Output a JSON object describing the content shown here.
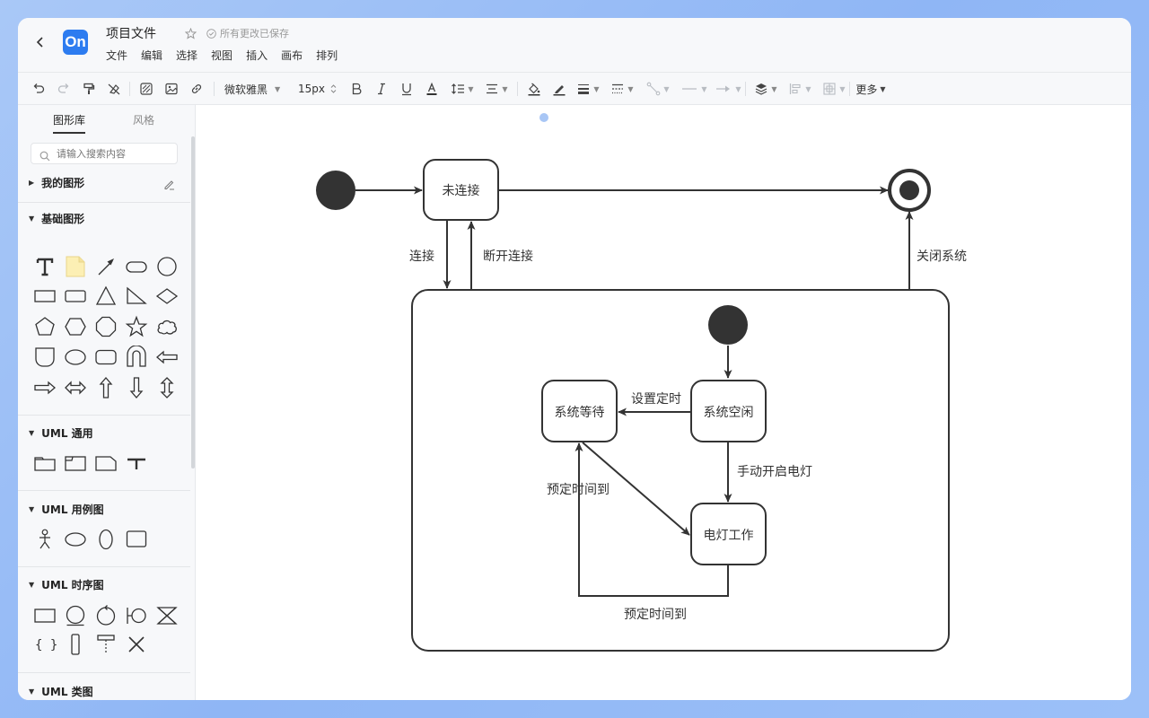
{
  "header": {
    "title": "项目文件",
    "save_status": "所有更改已保存",
    "logo_text": "On",
    "menu": [
      "文件",
      "编辑",
      "选择",
      "视图",
      "插入",
      "画布",
      "排列"
    ]
  },
  "toolbar": {
    "font_family": "微软雅黑",
    "font_size": "15px",
    "more_label": "更多"
  },
  "sidebar": {
    "tabs": [
      "图形库",
      "风格"
    ],
    "search_placeholder": "请输入搜索内容",
    "sections": {
      "my_shapes": "我的图形",
      "basic": "基础图形",
      "uml_general": "UML 通用",
      "uml_usecase": "UML 用例图",
      "uml_sequence": "UML 时序图",
      "uml_class": "UML 类图"
    }
  },
  "diagram": {
    "states": {
      "disconnected": "未连接",
      "waiting": "系统等待",
      "idle": "系统空闲",
      "working": "电灯工作"
    },
    "transitions": {
      "connect": "连接",
      "disconnect": "断开连接",
      "shutdown": "关闭系统",
      "set_timer": "设置定时",
      "manual_light": "手动开启电灯",
      "timer_up_1": "预定时间到",
      "timer_up_2": "预定时间到"
    }
  },
  "colors": {
    "accent": "#2d7cf0",
    "ink": "#333333"
  }
}
